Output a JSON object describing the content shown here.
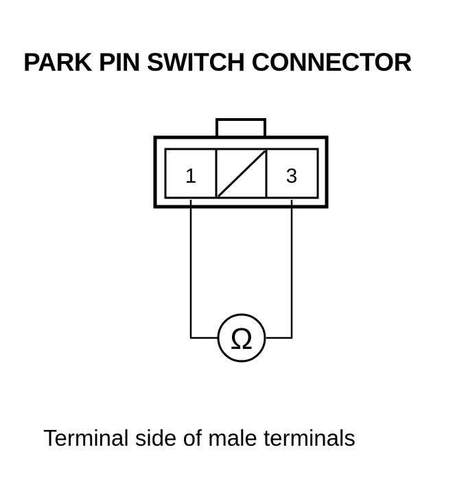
{
  "title": "PARK PIN SWITCH CONNECTOR",
  "connector": {
    "terminals": [
      {
        "label": "1"
      },
      {
        "label": "3"
      }
    ]
  },
  "meter": {
    "symbol": "Ω",
    "icon": "ohmmeter-icon"
  },
  "caption": "Terminal side of male terminals"
}
